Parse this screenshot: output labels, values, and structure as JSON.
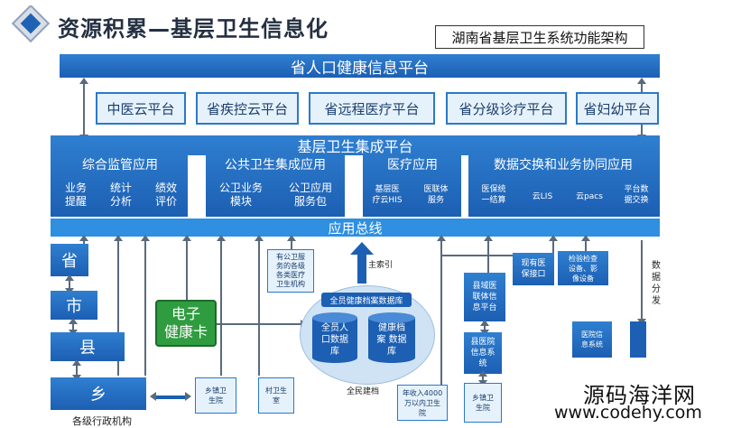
{
  "title": "资源积累—基层卫生信息化",
  "subtitle_box": "湖南省基层卫生系统功能架构",
  "provincial_platform": "省人口健康信息平台",
  "cloud_platforms": [
    "中医云平台",
    "省疾控云平台",
    "省远程医疗平台",
    "省分级诊疗平台",
    "省妇幼平台"
  ],
  "integration_platform": "基层卫生集成平台",
  "app_groups": [
    {
      "name": "综合监管应用",
      "items": [
        "业务\n提醒",
        "统计\n分析",
        "绩效\n评价"
      ]
    },
    {
      "name": "公共卫生集成应用",
      "items": [
        "公卫业务\n模块",
        "公卫应用\n服务包"
      ]
    },
    {
      "name": "医疗应用",
      "items": [
        "基层医\n疗云HIS",
        "医联体\n服务"
      ]
    },
    {
      "name": "数据交换和业务协同应用",
      "items": [
        "医保统\n一结算",
        "云LIS",
        "云pacs",
        "平台数\n据交换"
      ]
    }
  ],
  "app_bus": "应用总线",
  "admin_levels": [
    "省",
    "市",
    "县",
    "乡"
  ],
  "admin_caption": "各级行政机构",
  "e_health_card": "电子\n健康卡",
  "public_health_box": "有公卫服\n务的各级\n各类医疗\n卫生机构",
  "index_label": "主索引",
  "archive_db_title": "全员健康档案数据库",
  "db_left": "全员人\n口数据\n库",
  "db_right": "健康档\n案 数据\n库",
  "all_people": "全民建档",
  "township_hc1": "乡镇卫\n生院",
  "village_clinic": "村卫生\n室",
  "income_hc": "年收入4000\n万以内卫生\n院",
  "county_union": "县域医\n联体信\n息平台",
  "county_hospital": "县医院\n信息系\n统",
  "township_hc2": "乡镇卫\n生院",
  "insurance_port": "现有医\n保接口",
  "lab_devices": "检验检查\n设备、影\n像设备",
  "hospital_info": "医院信\n息系统",
  "data_dist": "数\n据\n分\n发",
  "watermark_cn": "源码海洋网",
  "watermark_url": "www.codehy.com"
}
